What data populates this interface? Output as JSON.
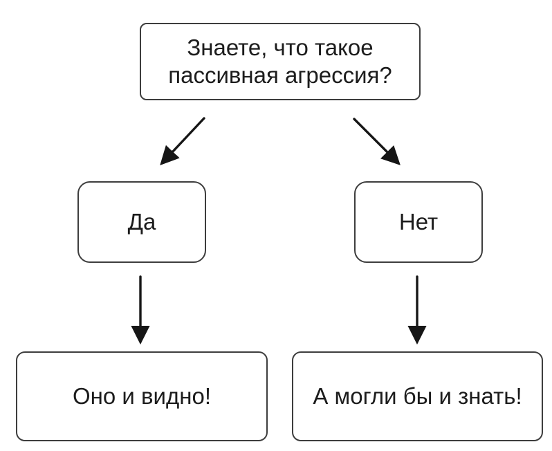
{
  "diagram": {
    "type": "flowchart",
    "language": "ru",
    "colors": {
      "background": "#ffffff",
      "box_border": "#3d3d3d",
      "text": "#1c1c1c",
      "arrow": "#161616"
    },
    "nodes": {
      "question": {
        "label": "Знаете, что такое пассивная агрессия?"
      },
      "yes": {
        "label": "Да"
      },
      "no": {
        "label": "Нет"
      },
      "yes_result": {
        "label": "Оно и видно!"
      },
      "no_result": {
        "label": "А могли бы и знать!"
      }
    },
    "edges": [
      {
        "from": "question",
        "to": "yes"
      },
      {
        "from": "question",
        "to": "no"
      },
      {
        "from": "yes",
        "to": "yes_result"
      },
      {
        "from": "no",
        "to": "no_result"
      }
    ]
  }
}
